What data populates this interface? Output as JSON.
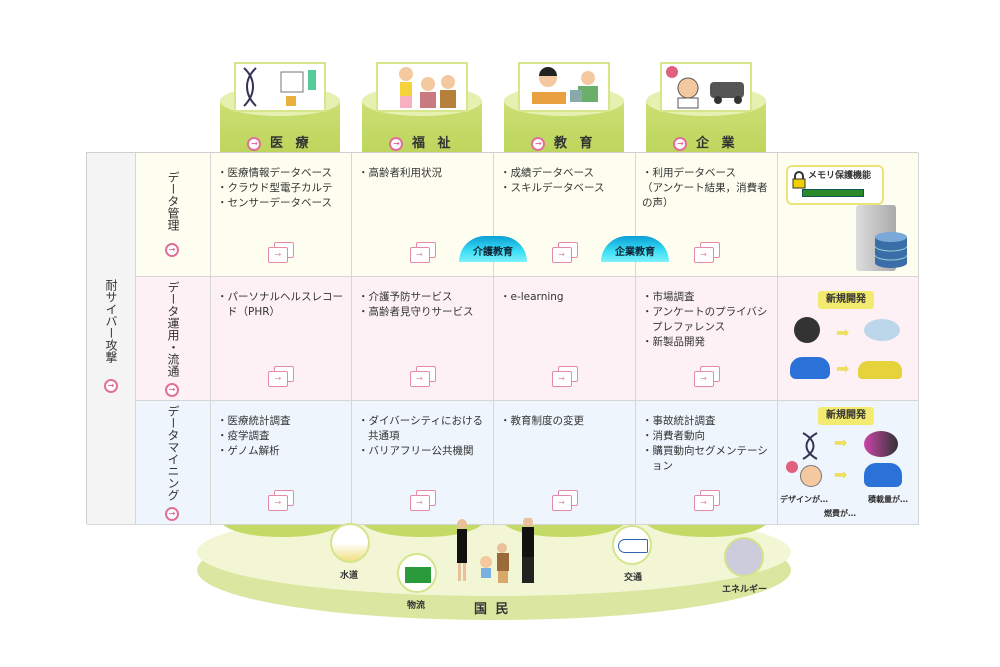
{
  "columns": [
    {
      "label": "医 療"
    },
    {
      "label": "福 祉"
    },
    {
      "label": "教 育"
    },
    {
      "label": "企 業"
    }
  ],
  "outer_label": "耐サイバー攻撃",
  "rows": [
    {
      "label": "データ管理",
      "cells": [
        [
          "医療情報データベース",
          "クラウド型電子カルテ",
          "センサーデータベース"
        ],
        [
          "高齢者利用状況"
        ],
        [
          "成績データベース",
          "スキルデータベース"
        ],
        [
          "利用データベース",
          "（アンケート結果，消費者の声）"
        ]
      ]
    },
    {
      "label": "データ運用・流通",
      "cells": [
        [
          "パーソナルヘルスレコード（PHR）"
        ],
        [
          "介護予防サービス",
          "高齢者見守りサービス"
        ],
        [
          "e-learning"
        ],
        [
          "市場調査",
          "アンケートのプライバシプレファレンス",
          "新製品開発"
        ]
      ]
    },
    {
      "label": "データマイニング",
      "cells": [
        [
          "医療統計調査",
          "疫学調査",
          "ゲノム解析"
        ],
        [
          "ダイバーシティにおける共通項",
          "バリアフリー公共機関"
        ],
        [
          "教育制度の変更"
        ],
        [
          "事故統計調査",
          "消費者動向",
          "購買動向セグメンテーション"
        ]
      ]
    }
  ],
  "arches": [
    "介護教育",
    "企業教育"
  ],
  "side": {
    "memory": "メモリ保護機能",
    "new_dev_1": "新規開発",
    "new_dev_2": "新規開発",
    "captions": [
      "デザインが…",
      "燃費が…",
      "積載量が…"
    ]
  },
  "platform": {
    "title": "国 民",
    "items": [
      "水道",
      "物流",
      "交通",
      "エネルギー"
    ]
  }
}
